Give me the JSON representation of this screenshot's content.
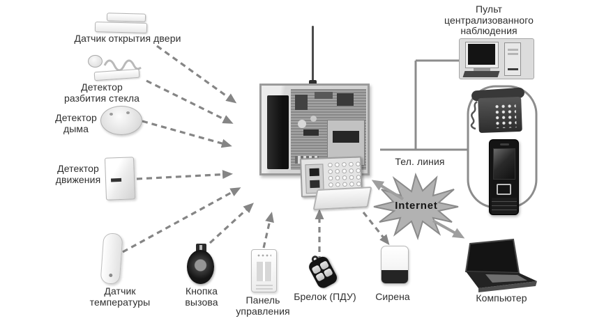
{
  "diagram": {
    "type": "security-alarm-system-wiring-diagram",
    "language": "ru"
  },
  "colors": {
    "background": "#ffffff",
    "label_text": "#2e2e2e",
    "connector_gray": "#8c8c8c",
    "starburst_fill": "#b2b2b2"
  },
  "labels": {
    "door_sensor": "Датчик открытия двери",
    "glass_break": "Детектор\nразбития стекла",
    "smoke": "Детектор\nдыма",
    "motion": "Детектор\nдвижения",
    "temperature": "Датчик\nтемпературы",
    "call_button": "Кнопка\nвызова",
    "control_panel": "Панель\nуправления",
    "keyfob": "Брелок (ПДУ)",
    "siren": "Сирена",
    "computer": "Компьютер",
    "monitoring_console": "Пульт\nцентрализованного\nнаблюдения",
    "phone_line": "Тел. линия",
    "internet": "Internet"
  }
}
